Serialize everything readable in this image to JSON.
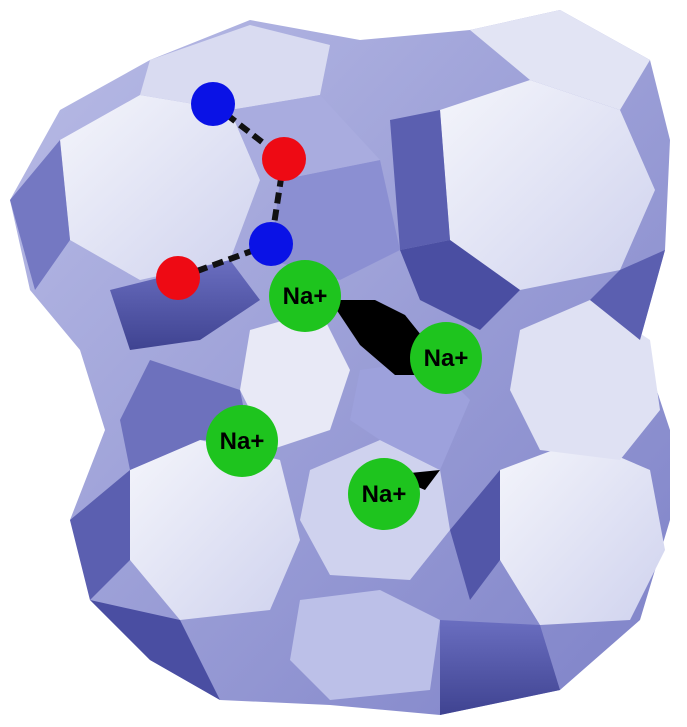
{
  "colors": {
    "framework_light": "#e4e6f5",
    "framework_mid": "#9fa3dc",
    "framework_dark": "#5b5fb0",
    "framework_deep": "#3f4391",
    "channel": "#000000",
    "sodium": "#1ec41e",
    "oxygen": "#ee0a14",
    "nitrogen": "#0a12e6",
    "bond": "#111111"
  },
  "sodium_ions": [
    {
      "label": "Na+"
    },
    {
      "label": "Na+"
    },
    {
      "label": "Na+"
    },
    {
      "label": "Na+"
    }
  ],
  "molecule_atoms": [
    {
      "element": "nitrogen"
    },
    {
      "element": "oxygen"
    },
    {
      "element": "nitrogen"
    },
    {
      "element": "oxygen"
    }
  ]
}
